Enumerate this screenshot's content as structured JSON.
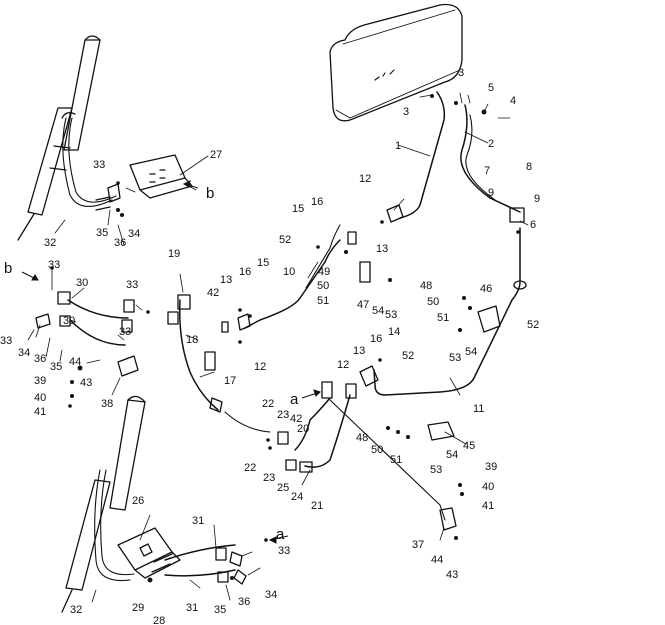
{
  "diagram": {
    "type": "exploded-parts-diagram",
    "colors": {
      "ink": "#111111",
      "background": "#ffffff"
    },
    "subassemblies": [
      "tank",
      "cylinder-upper",
      "cylinder-lower",
      "valve-block-upper",
      "valve-block-lower"
    ],
    "letter_labels": [
      {
        "id": "b-top",
        "text": "b"
      },
      {
        "id": "b-left",
        "text": "b"
      },
      {
        "id": "a-mid",
        "text": "a"
      },
      {
        "id": "a-bottom",
        "text": "a"
      }
    ],
    "callouts": [
      {
        "id": "c1",
        "text": "1"
      },
      {
        "id": "c2",
        "text": "2"
      },
      {
        "id": "c3a",
        "text": "3"
      },
      {
        "id": "c3b",
        "text": "3"
      },
      {
        "id": "c4",
        "text": "4"
      },
      {
        "id": "c5",
        "text": "5"
      },
      {
        "id": "c6",
        "text": "6"
      },
      {
        "id": "c7",
        "text": "7"
      },
      {
        "id": "c8",
        "text": "8"
      },
      {
        "id": "c9a",
        "text": "9"
      },
      {
        "id": "c9b",
        "text": "9"
      },
      {
        "id": "c10",
        "text": "10"
      },
      {
        "id": "c11",
        "text": "11"
      },
      {
        "id": "c12a",
        "text": "12"
      },
      {
        "id": "c12b",
        "text": "12"
      },
      {
        "id": "c12c",
        "text": "12"
      },
      {
        "id": "c13a",
        "text": "13"
      },
      {
        "id": "c13b",
        "text": "13"
      },
      {
        "id": "c13c",
        "text": "13"
      },
      {
        "id": "c14",
        "text": "14"
      },
      {
        "id": "c15a",
        "text": "15"
      },
      {
        "id": "c15b",
        "text": "15"
      },
      {
        "id": "c16a",
        "text": "16"
      },
      {
        "id": "c16b",
        "text": "16"
      },
      {
        "id": "c16c",
        "text": "16"
      },
      {
        "id": "c17",
        "text": "17"
      },
      {
        "id": "c18",
        "text": "18"
      },
      {
        "id": "c19",
        "text": "19"
      },
      {
        "id": "c20",
        "text": "20"
      },
      {
        "id": "c21",
        "text": "21"
      },
      {
        "id": "c22a",
        "text": "22"
      },
      {
        "id": "c22b",
        "text": "22"
      },
      {
        "id": "c23a",
        "text": "23"
      },
      {
        "id": "c23b",
        "text": "23"
      },
      {
        "id": "c24",
        "text": "24"
      },
      {
        "id": "c25",
        "text": "25"
      },
      {
        "id": "c26",
        "text": "26"
      },
      {
        "id": "c27",
        "text": "27"
      },
      {
        "id": "c28",
        "text": "28"
      },
      {
        "id": "c29",
        "text": "29"
      },
      {
        "id": "c30a",
        "text": "30"
      },
      {
        "id": "c30b",
        "text": "30"
      },
      {
        "id": "c31a",
        "text": "31"
      },
      {
        "id": "c31b",
        "text": "31"
      },
      {
        "id": "c32a",
        "text": "32"
      },
      {
        "id": "c32b",
        "text": "32"
      },
      {
        "id": "c33a",
        "text": "33"
      },
      {
        "id": "c33b",
        "text": "33"
      },
      {
        "id": "c33c",
        "text": "33"
      },
      {
        "id": "c33d",
        "text": "33"
      },
      {
        "id": "c33e",
        "text": "33"
      },
      {
        "id": "c33f",
        "text": "33"
      },
      {
        "id": "c34a",
        "text": "34"
      },
      {
        "id": "c34b",
        "text": "34"
      },
      {
        "id": "c34c",
        "text": "34"
      },
      {
        "id": "c35a",
        "text": "35"
      },
      {
        "id": "c35b",
        "text": "35"
      },
      {
        "id": "c35c",
        "text": "35"
      },
      {
        "id": "c36a",
        "text": "36"
      },
      {
        "id": "c36b",
        "text": "36"
      },
      {
        "id": "c36c",
        "text": "36"
      },
      {
        "id": "c37",
        "text": "37"
      },
      {
        "id": "c38",
        "text": "38"
      },
      {
        "id": "c39a",
        "text": "39"
      },
      {
        "id": "c39b",
        "text": "39"
      },
      {
        "id": "c40a",
        "text": "40"
      },
      {
        "id": "c40b",
        "text": "40"
      },
      {
        "id": "c41a",
        "text": "41"
      },
      {
        "id": "c41b",
        "text": "41"
      },
      {
        "id": "c42a",
        "text": "42"
      },
      {
        "id": "c42b",
        "text": "42"
      },
      {
        "id": "c43a",
        "text": "43"
      },
      {
        "id": "c43b",
        "text": "43"
      },
      {
        "id": "c44a",
        "text": "44"
      },
      {
        "id": "c44b",
        "text": "44"
      },
      {
        "id": "c45",
        "text": "45"
      },
      {
        "id": "c46",
        "text": "46"
      },
      {
        "id": "c47",
        "text": "47"
      },
      {
        "id": "c48a",
        "text": "48"
      },
      {
        "id": "c48b",
        "text": "48"
      },
      {
        "id": "c49",
        "text": "49"
      },
      {
        "id": "c50a",
        "text": "50"
      },
      {
        "id": "c50b",
        "text": "50"
      },
      {
        "id": "c50c",
        "text": "50"
      },
      {
        "id": "c51a",
        "text": "51"
      },
      {
        "id": "c51b",
        "text": "51"
      },
      {
        "id": "c51c",
        "text": "51"
      },
      {
        "id": "c52a",
        "text": "52"
      },
      {
        "id": "c52b",
        "text": "52"
      },
      {
        "id": "c52c",
        "text": "52"
      },
      {
        "id": "c53a",
        "text": "53"
      },
      {
        "id": "c53b",
        "text": "53"
      },
      {
        "id": "c53c",
        "text": "53"
      },
      {
        "id": "c54a",
        "text": "54"
      },
      {
        "id": "c54b",
        "text": "54"
      },
      {
        "id": "c54c",
        "text": "54"
      }
    ]
  }
}
